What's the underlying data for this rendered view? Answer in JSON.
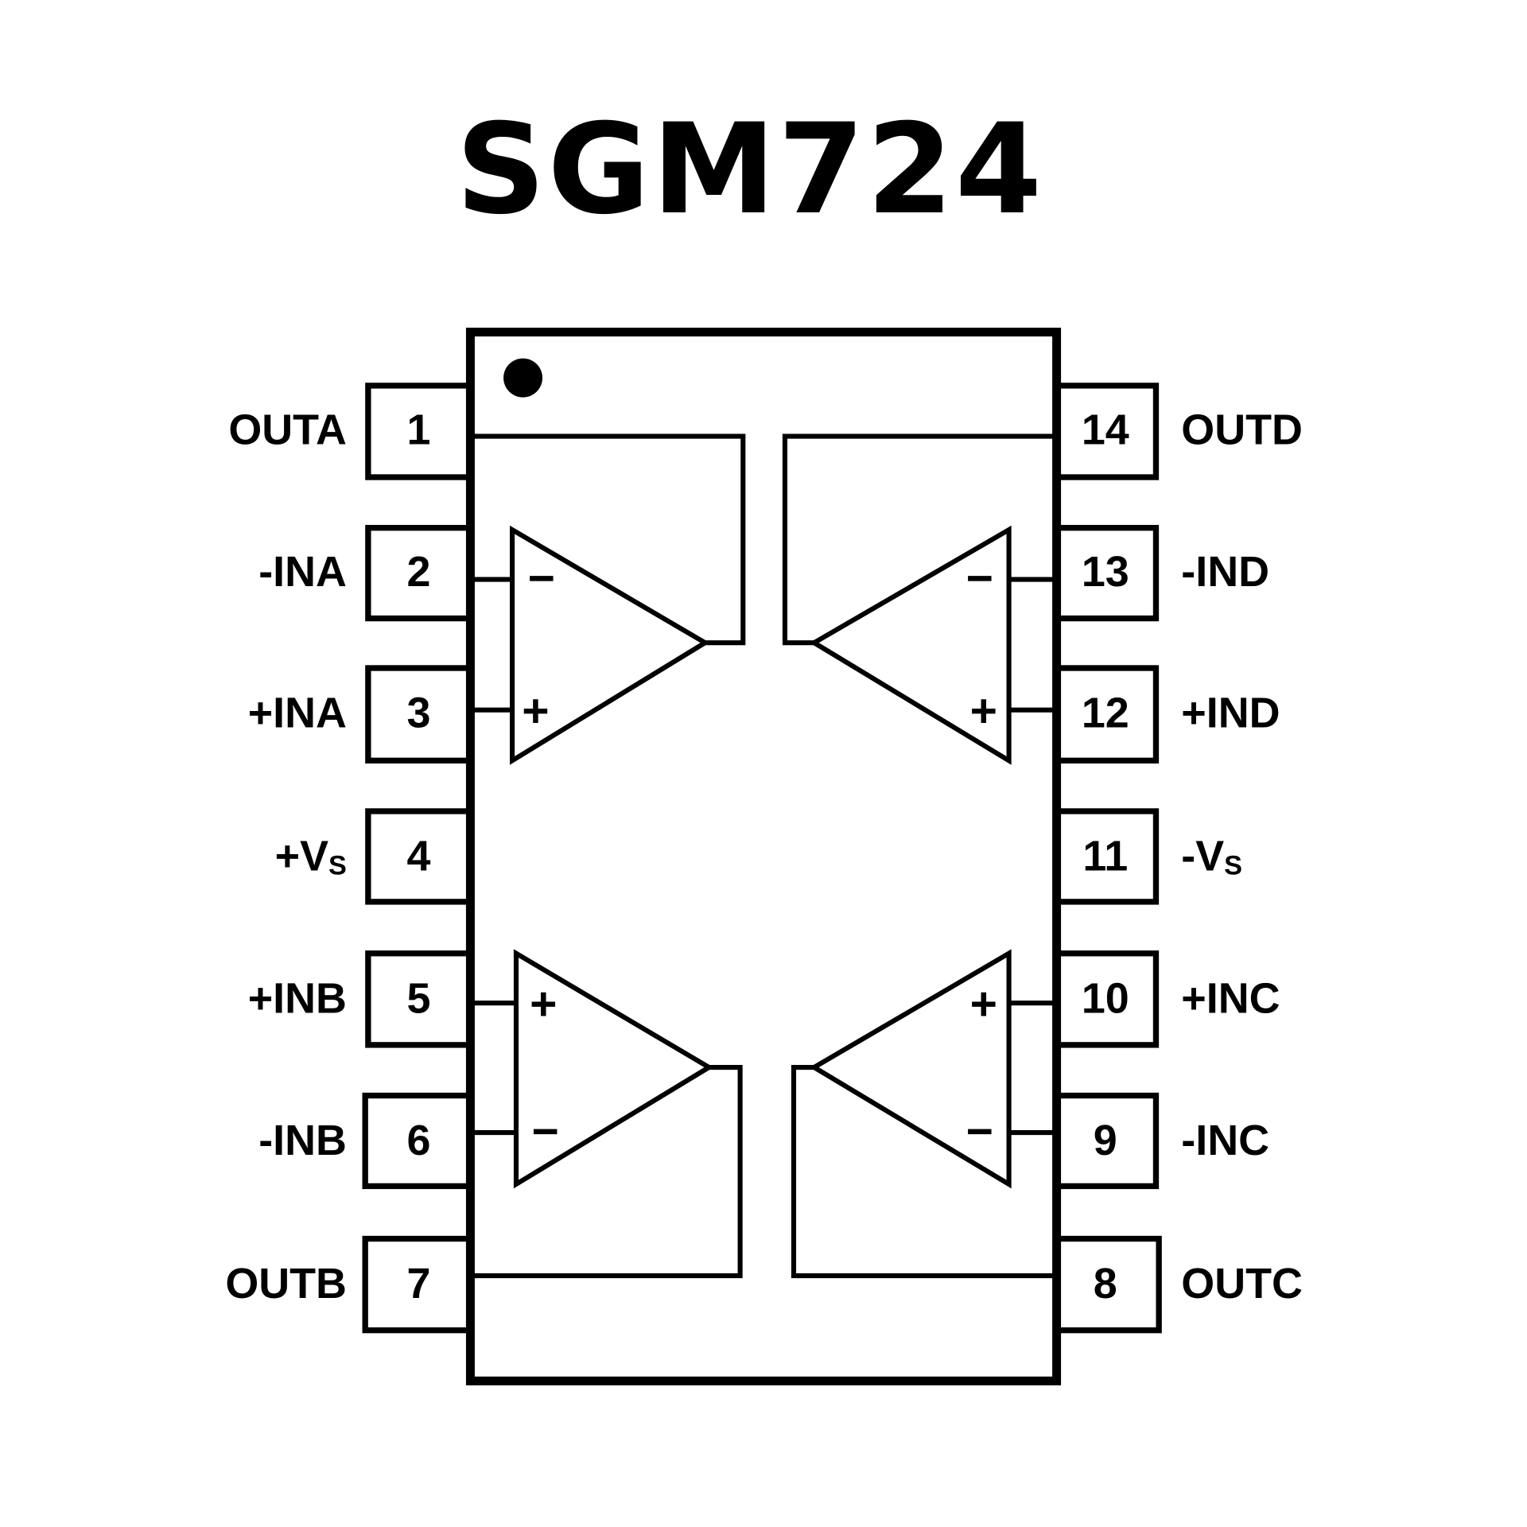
{
  "title": "SGM724",
  "colors": {
    "ink": "#000000",
    "background": "#ffffff"
  },
  "package": {
    "pin_count": 14,
    "pin1_marker": "dot",
    "left_pins": [
      {
        "number": "1",
        "name": "OUTA",
        "sub": ""
      },
      {
        "number": "2",
        "name": "-INA",
        "sub": ""
      },
      {
        "number": "3",
        "name": "+INA",
        "sub": ""
      },
      {
        "number": "4",
        "name": "+V",
        "sub": "S"
      },
      {
        "number": "5",
        "name": "+INB",
        "sub": ""
      },
      {
        "number": "6",
        "name": "-INB",
        "sub": ""
      },
      {
        "number": "7",
        "name": "OUTB",
        "sub": ""
      }
    ],
    "right_pins": [
      {
        "number": "14",
        "name": "OUTD",
        "sub": ""
      },
      {
        "number": "13",
        "name": "-IND",
        "sub": ""
      },
      {
        "number": "12",
        "name": "+IND",
        "sub": ""
      },
      {
        "number": "11",
        "name": "-V",
        "sub": "S"
      },
      {
        "number": "10",
        "name": "+INC",
        "sub": ""
      },
      {
        "number": "9",
        "name": "-INC",
        "sub": ""
      },
      {
        "number": "8",
        "name": "OUTC",
        "sub": ""
      }
    ]
  },
  "amplifiers": [
    {
      "id": "A",
      "top_sign": "−",
      "bottom_sign": "+"
    },
    {
      "id": "D",
      "top_sign": "−",
      "bottom_sign": "+"
    },
    {
      "id": "B",
      "top_sign": "+",
      "bottom_sign": "−"
    },
    {
      "id": "C",
      "top_sign": "+",
      "bottom_sign": "−"
    }
  ]
}
